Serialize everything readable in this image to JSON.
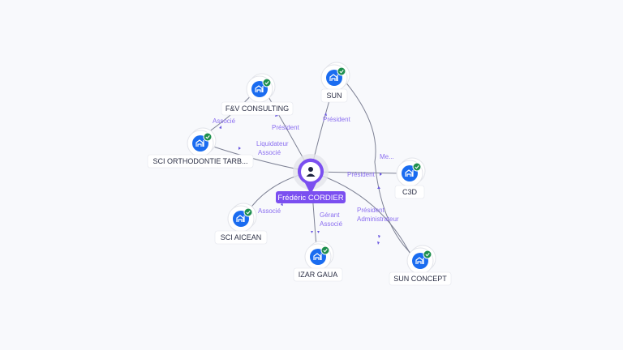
{
  "center": {
    "name": "Frédéric CORDIER",
    "icon": "person-icon",
    "color": "#7b4ff0"
  },
  "companies": [
    {
      "name": "F&V CONSULTING"
    },
    {
      "name": "SUN"
    },
    {
      "name": "SCI ORTHODONTIE TARB..."
    },
    {
      "name": "C3D"
    },
    {
      "name": "SCI AICEAN"
    },
    {
      "name": "IZAR GAUA"
    },
    {
      "name": "SUN CONCEPT"
    }
  ],
  "edges": {
    "fv": "Président",
    "sun": "Président",
    "ortho1": "Liquidateur",
    "ortho2": "Associé",
    "c3d": "Président",
    "aicean": "Associé",
    "izar1": "Gérant",
    "izar2": "Associé",
    "sunc1": "Président",
    "sunc2": "Administrateur",
    "ortho_fv": "Associé",
    "sun_sunc": "Me..."
  },
  "colors": {
    "company_icon": "#1a6cf0",
    "verified_badge": "#1e8f4e",
    "edge_label": "#8b6ff0"
  }
}
